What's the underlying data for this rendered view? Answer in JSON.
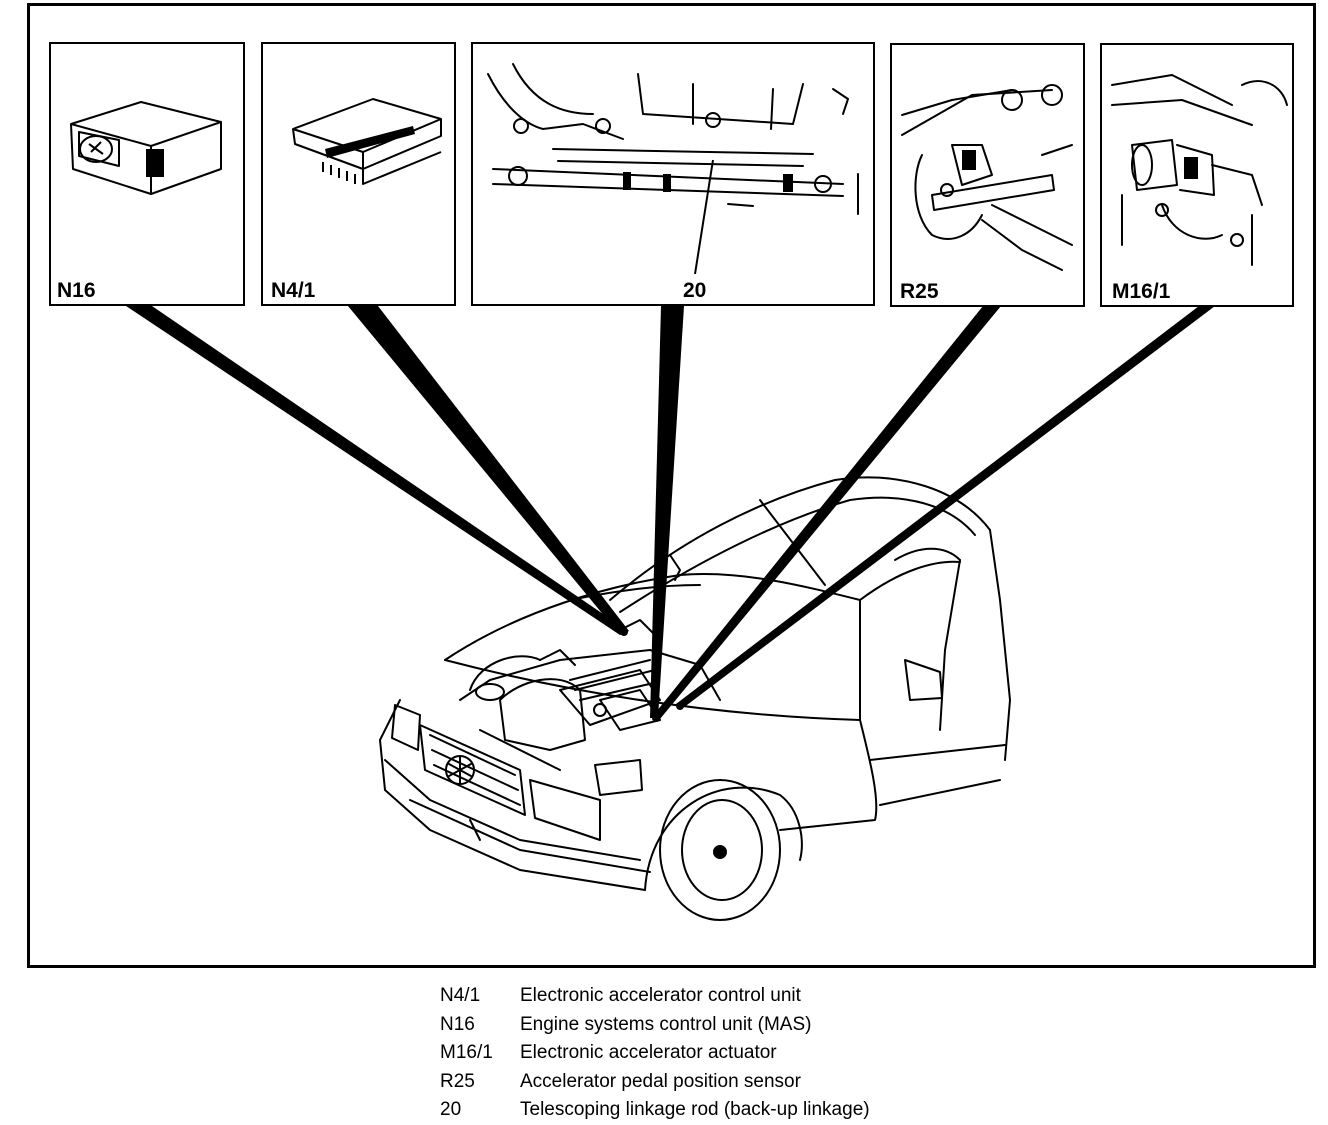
{
  "panels": [
    {
      "code": "N16"
    },
    {
      "code": "N4/1"
    },
    {
      "code": "20"
    },
    {
      "code": "R25"
    },
    {
      "code": "M16/1"
    }
  ],
  "legend": [
    {
      "code": "N4/1",
      "text": "Electronic accelerator control unit"
    },
    {
      "code": "N16",
      "text": "Engine systems control unit (MAS)"
    },
    {
      "code": "M16/1",
      "text": "Electronic accelerator actuator"
    },
    {
      "code": "R25",
      "text": "Accelerator pedal position sensor"
    },
    {
      "code": "20",
      "text": "Telescoping linkage rod (back-up linkage)"
    }
  ]
}
